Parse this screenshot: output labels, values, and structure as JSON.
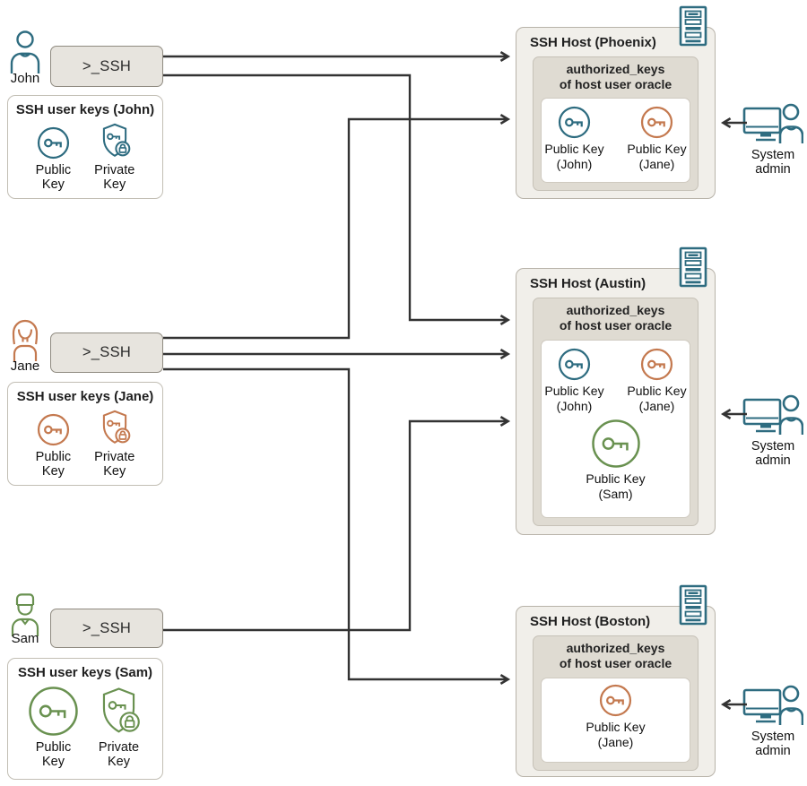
{
  "colors": {
    "john_teal": "#2e6c80",
    "jane_orange": "#c4794f",
    "sam_green": "#699150",
    "connector": "#333333"
  },
  "users": [
    {
      "name": "John",
      "terminal_label": ">_SSH",
      "keys_title": "SSH user keys (John)",
      "public_key_label": [
        "Public",
        "Key"
      ],
      "private_key_label": [
        "Private",
        "Key"
      ]
    },
    {
      "name": "Jane",
      "terminal_label": ">_SSH",
      "keys_title": "SSH user keys (Jane)",
      "public_key_label": [
        "Public",
        "Key"
      ],
      "private_key_label": [
        "Private",
        "Key"
      ]
    },
    {
      "name": "Sam",
      "terminal_label": ">_SSH",
      "keys_title": "SSH user keys (Sam)",
      "public_key_label": [
        "Public",
        "Key"
      ],
      "private_key_label": [
        "Private",
        "Key"
      ]
    }
  ],
  "hosts": [
    {
      "title": "SSH Host (Phoenix)",
      "authorized_title": [
        "authorized_keys",
        "of host user oracle"
      ],
      "keys": [
        {
          "owner": "John",
          "label": [
            "Public Key",
            "(John)"
          ]
        },
        {
          "owner": "Jane",
          "label": [
            "Public Key",
            "(Jane)"
          ]
        }
      ]
    },
    {
      "title": "SSH Host (Austin)",
      "authorized_title": [
        "authorized_keys",
        "of host user oracle"
      ],
      "keys": [
        {
          "owner": "John",
          "label": [
            "Public Key",
            "(John)"
          ]
        },
        {
          "owner": "Jane",
          "label": [
            "Public Key",
            "(Jane)"
          ]
        },
        {
          "owner": "Sam",
          "label": [
            "Public Key",
            "(Sam)"
          ]
        }
      ]
    },
    {
      "title": "SSH Host (Boston)",
      "authorized_title": [
        "authorized_keys",
        "of host user oracle"
      ],
      "keys": [
        {
          "owner": "Jane",
          "label": [
            "Public Key",
            "(Jane)"
          ]
        }
      ]
    }
  ],
  "admins": [
    {
      "label": [
        "System",
        "admin"
      ]
    },
    {
      "label": [
        "System",
        "admin"
      ]
    },
    {
      "label": [
        "System",
        "admin"
      ]
    }
  ]
}
